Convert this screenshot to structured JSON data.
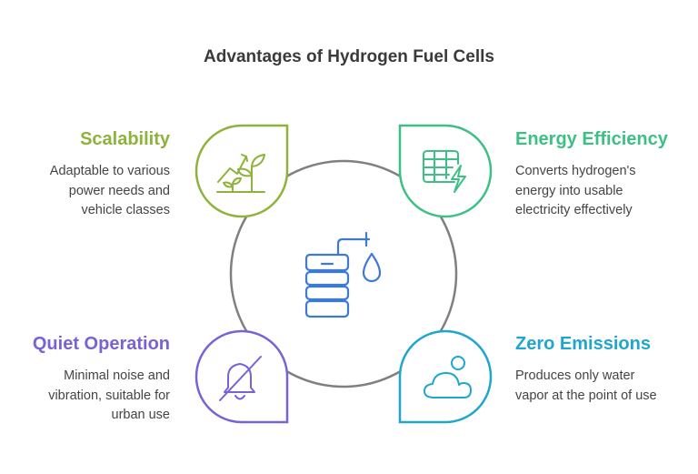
{
  "title": "Advantages of Hydrogen Fuel Cells",
  "center": {
    "icon": "fuel-cell-icon"
  },
  "items": [
    {
      "label": "Scalability",
      "desc_lines": [
        "Adaptable to various",
        "power needs and",
        "vehicle classes"
      ],
      "color": "#8db33a",
      "icon": "growing-plant-icon"
    },
    {
      "label": "Energy Efficiency",
      "desc_lines": [
        "Converts hydrogen's",
        "energy into usable",
        "electricity effectively"
      ],
      "color": "#3cc085",
      "icon": "grid-lightning-icon"
    },
    {
      "label": "Quiet Operation",
      "desc_lines": [
        "Minimal noise and",
        "vibration, suitable for",
        "urban use"
      ],
      "color": "#7a62d6",
      "icon": "muted-bell-icon"
    },
    {
      "label": "Zero Emissions",
      "desc_lines": [
        "Produces only water",
        "vapor at the point of use"
      ],
      "color": "#1fa6cf",
      "icon": "cloud-icon"
    }
  ]
}
